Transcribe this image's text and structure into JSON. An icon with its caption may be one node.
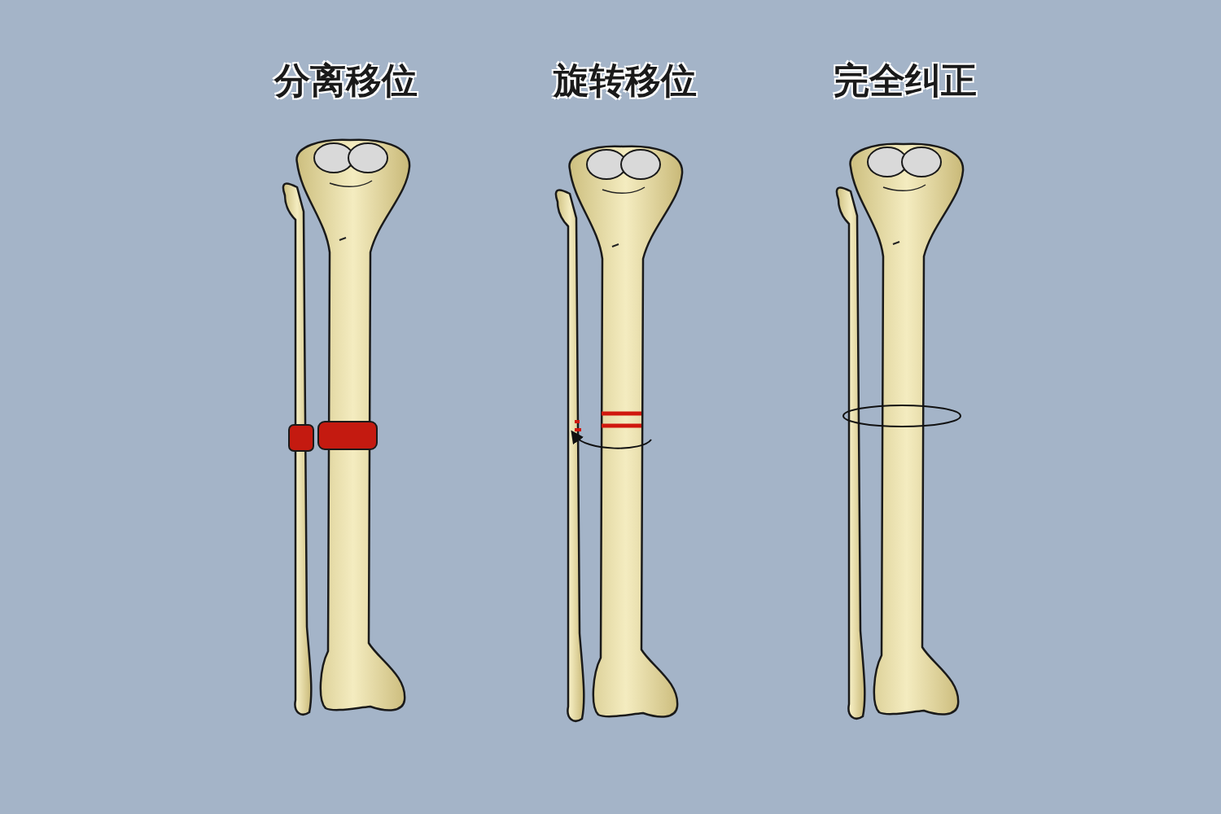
{
  "diagram": {
    "labels": [
      "分离移位",
      "旋转移位",
      "完全纠正"
    ]
  }
}
